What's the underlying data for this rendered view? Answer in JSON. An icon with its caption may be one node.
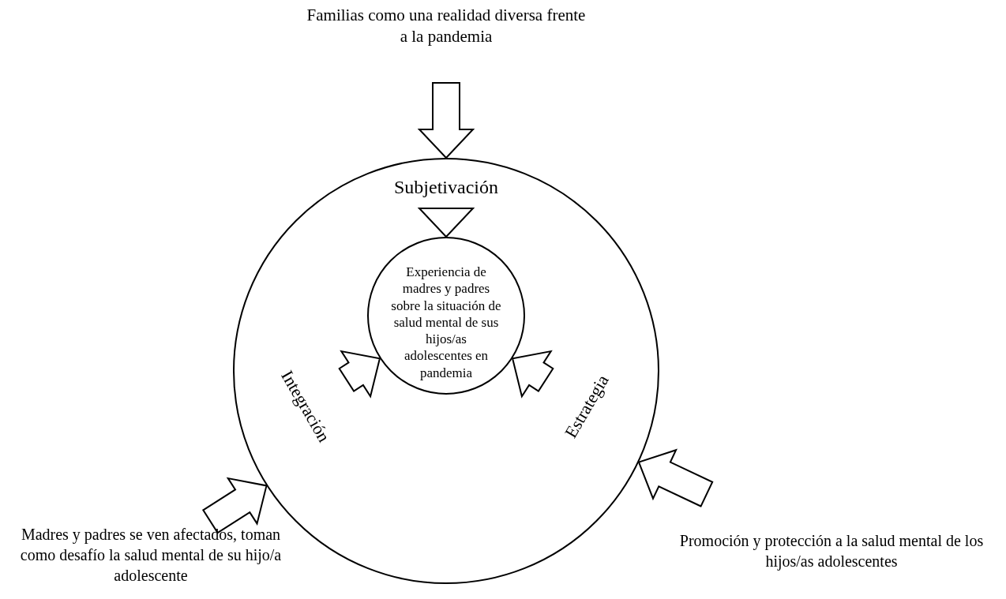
{
  "diagram": {
    "nodes": [
      {
        "text": [],
        "shape": "circle"
      },
      {
        "text": [
          "Subjetivación"
        ],
        "in": 0
      },
      {
        "text": [
          "Integración"
        ],
        "in": 0
      },
      {
        "text": [
          "Estrategia"
        ],
        "in": 0
      },
      {
        "text": [
          "Experiencia de madres y padres sobre la situación de salud mental de sus hijos/as adolescentes en pandemia"
        ],
        "in": 0
      },
      {
        "text": [
          "Familias como una realidad diversa frente a la pandemia"
        ]
      },
      {
        "text": [
          "Madres y padres se ven afectados, toman como desafío la salud mental de su hijo/a adolescente"
        ]
      },
      {
        "text": [
          "Promoción y protección a la salud mental de los hijos/as adolescentes"
        ]
      }
    ],
    "edges": [
      {
        "from": 5,
        "to": 0,
        "arrow": "to"
      },
      {
        "from": 1,
        "to": 4,
        "arrow": "to"
      },
      {
        "from": 2,
        "to": 4,
        "arrow": "to"
      },
      {
        "from": 3,
        "to": 4,
        "arrow": "to"
      },
      {
        "from": 6,
        "to": 0,
        "arrow": "to"
      },
      {
        "from": 7,
        "to": 0,
        "arrow": "to"
      }
    ]
  }
}
